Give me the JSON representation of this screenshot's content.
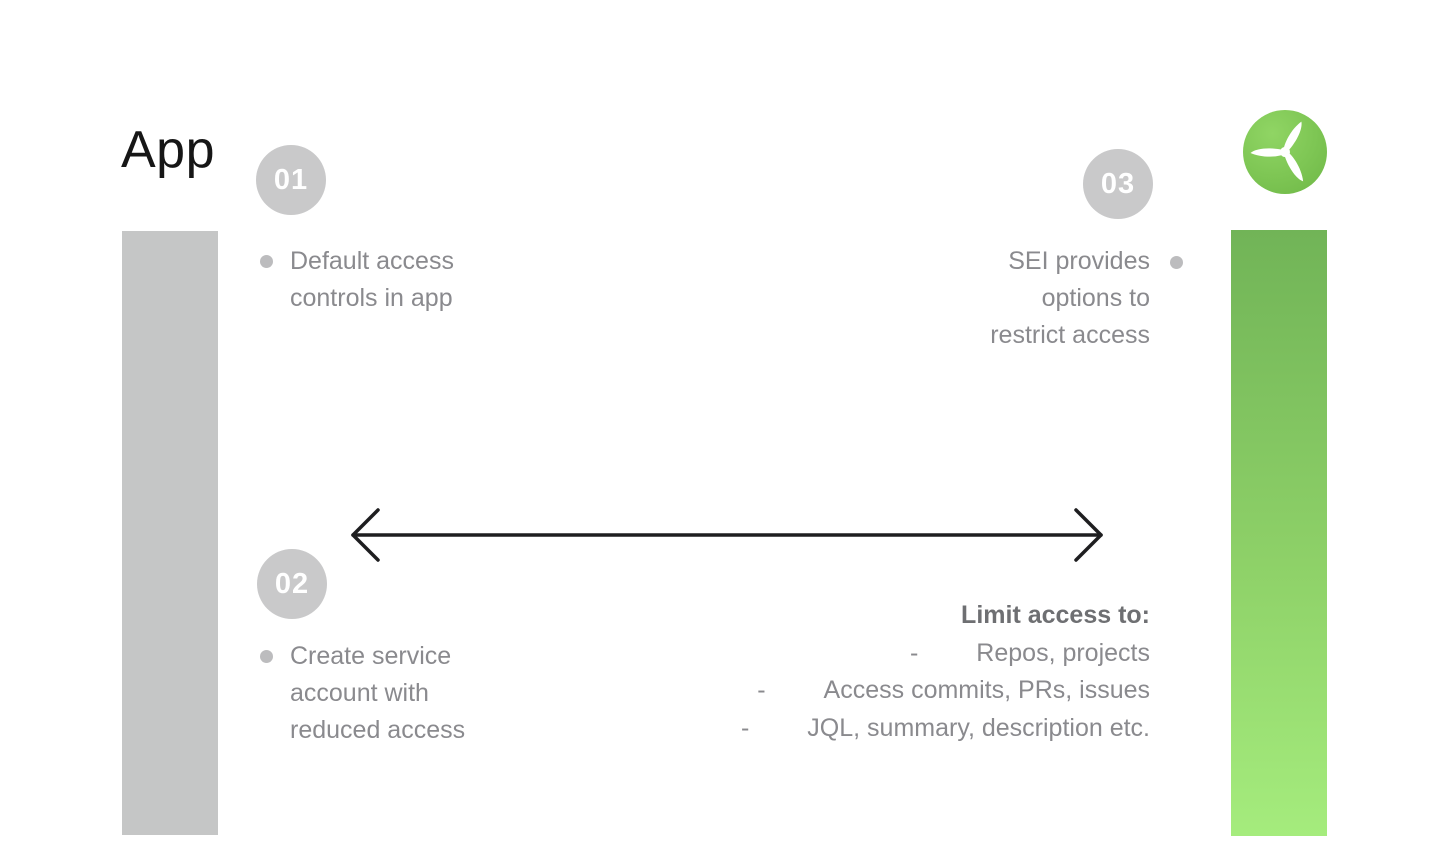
{
  "page": {
    "title": "App"
  },
  "logo": {
    "icon": "wind-turbine-icon"
  },
  "steps": [
    {
      "number": "01",
      "lines": [
        "Default access",
        "controls in app"
      ]
    },
    {
      "number": "02",
      "lines": [
        "Create service",
        "account with",
        "reduced access"
      ]
    },
    {
      "number": "03",
      "lines": [
        "SEI provides",
        "options to",
        "restrict access"
      ]
    }
  ],
  "limit_list": {
    "heading": "Limit access to:",
    "dash": "-",
    "items": [
      "Repos, projects",
      "Access commits, PRs, issues",
      "JQL, summary, description etc."
    ]
  },
  "colors": {
    "gray_bar": "#c5c6c6",
    "green_bar_top": "#71b457",
    "green_bar_bottom": "#a5ec7d",
    "circle_gray": "#c9c9ca",
    "body_text": "#8a8a8e",
    "heading_text": "#6e6f72",
    "arrow": "#1e1e20",
    "logo_green_light": "#90d564",
    "logo_green_dark": "#72bb4a"
  }
}
